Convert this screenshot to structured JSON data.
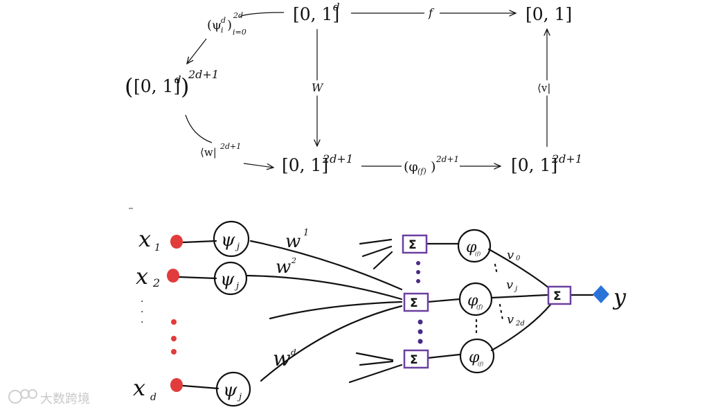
{
  "top_diagram": {
    "nodes": {
      "unit_cube": "[0, 1]",
      "unit_cube_sup": "d",
      "unit_interval": "[0, 1]",
      "product_paren_open": "(",
      "product_base": "[0, 1]",
      "product_base_sup": "d",
      "product_paren_close": ")",
      "product_sup": "2d+1",
      "bottom_left": "[0, 1]",
      "bottom_left_sup": "2d+1",
      "bottom_right": "[0, 1]",
      "bottom_right_sup": "2d+1"
    },
    "arrows": {
      "f": "f",
      "W": "W",
      "v": "⟨v|",
      "psi_main": "(ψ",
      "psi_sup": "d",
      "psi_sub": "i",
      "psi_close": ")",
      "psi_range_sup": "2d",
      "psi_range_sub": "i=0",
      "w_main": "⟨w|",
      "w_sup": "2d+1",
      "phi_open": "(φ",
      "phi_sub": "(f)",
      "phi_close": ")",
      "phi_sup": "2d+1"
    }
  },
  "network": {
    "inputs": [
      {
        "label": "x",
        "sub": "1"
      },
      {
        "label": "x",
        "sub": "2"
      },
      {
        "label": "x",
        "sub": "d"
      }
    ],
    "input_ellipsis": "·\n·\n·",
    "psi_node": {
      "label": "ψ",
      "sub": "j"
    },
    "weights": [
      {
        "label": "w",
        "sup": "1"
      },
      {
        "label": "w",
        "sup": "2"
      },
      {
        "label": "w",
        "sup": "d"
      }
    ],
    "sum_symbol": "Σ",
    "phi_node": {
      "label": "φ",
      "sub": "(f)"
    },
    "outer_weights": [
      {
        "label": "v",
        "sub": "0"
      },
      {
        "label": "v",
        "sub": "j"
      },
      {
        "label": "v",
        "sub": "2d"
      }
    ],
    "output": "y"
  },
  "colors": {
    "input_dot": "#e23b3b",
    "sum_box": "#6b3fa0",
    "output_diamond": "#2a73d9",
    "middle_dots": "#4a2a86",
    "ink": "#111111"
  },
  "watermark": "大数跨境"
}
